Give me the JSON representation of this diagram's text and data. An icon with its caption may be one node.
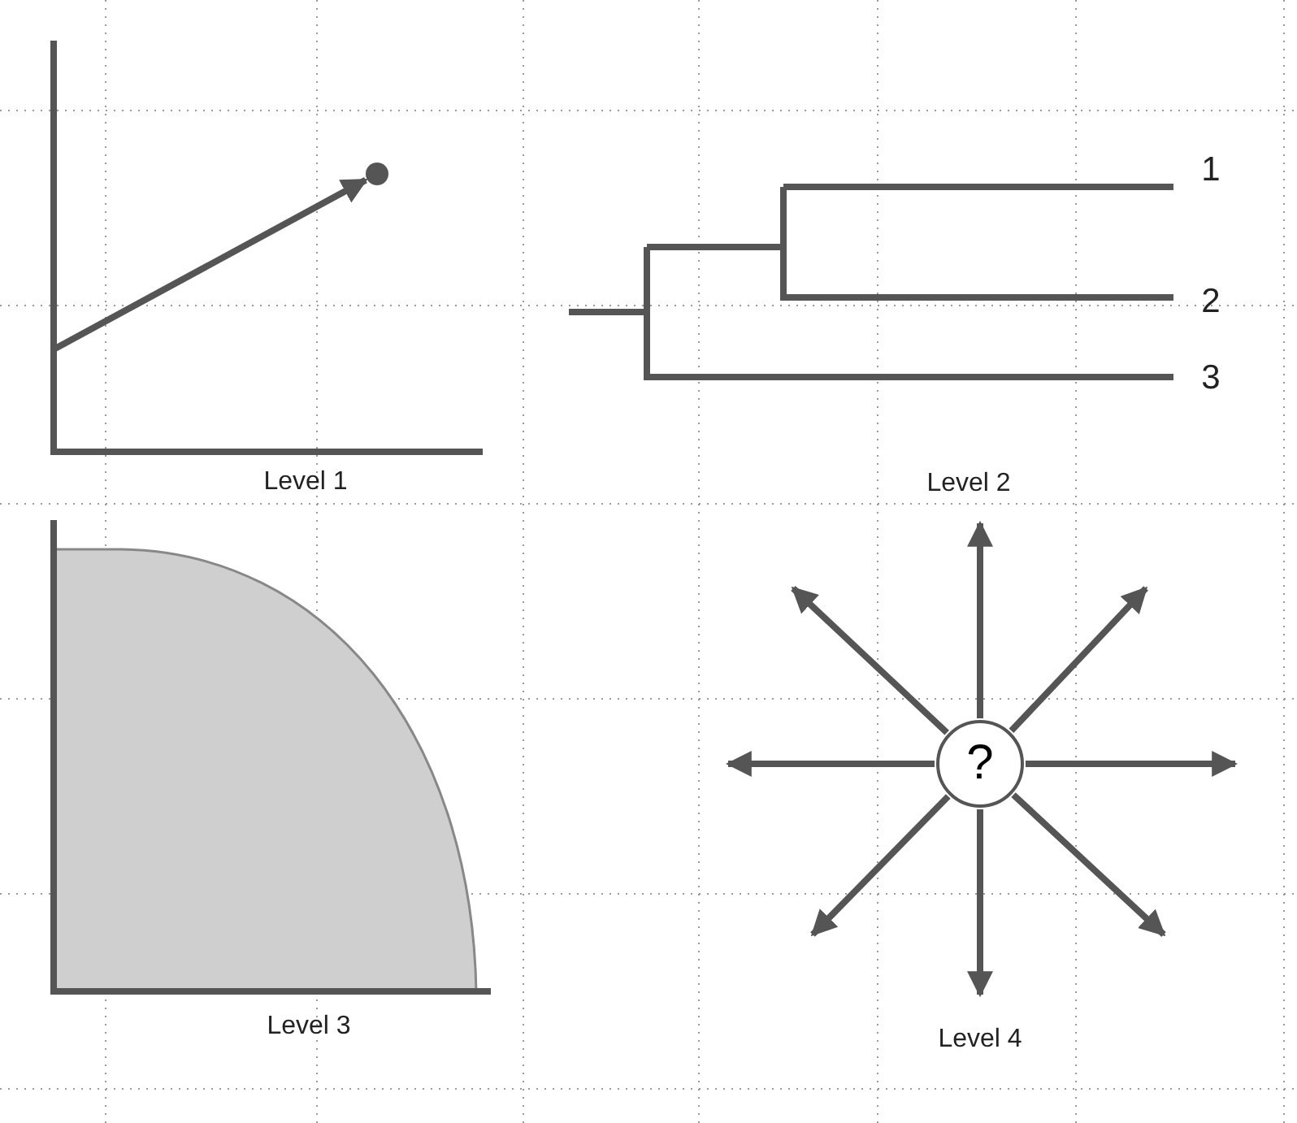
{
  "diagram": {
    "nodes": [
      {
        "text": [],
        "shape": "circle"
      },
      {
        "text": [
          "?"
        ]
      }
    ],
    "edges": [
      {
        "from": null,
        "to": 0,
        "arrow": "to"
      },
      {
        "from": 1,
        "to": null,
        "arrow": "to"
      },
      {
        "from": 1,
        "to": null,
        "arrow": "to"
      },
      {
        "from": 1,
        "to": null,
        "arrow": "to"
      },
      {
        "from": 1,
        "to": null,
        "arrow": "to"
      },
      {
        "from": 1,
        "to": null,
        "arrow": "to"
      },
      {
        "from": 1,
        "to": null,
        "arrow": "to"
      },
      {
        "from": 1,
        "to": null,
        "arrow": "to"
      },
      {
        "from": 1,
        "to": null,
        "arrow": "to"
      }
    ],
    "labels": [
      "Level 1",
      "1",
      "2",
      "3",
      "Level 2",
      "Level 3",
      "Level 4"
    ]
  }
}
